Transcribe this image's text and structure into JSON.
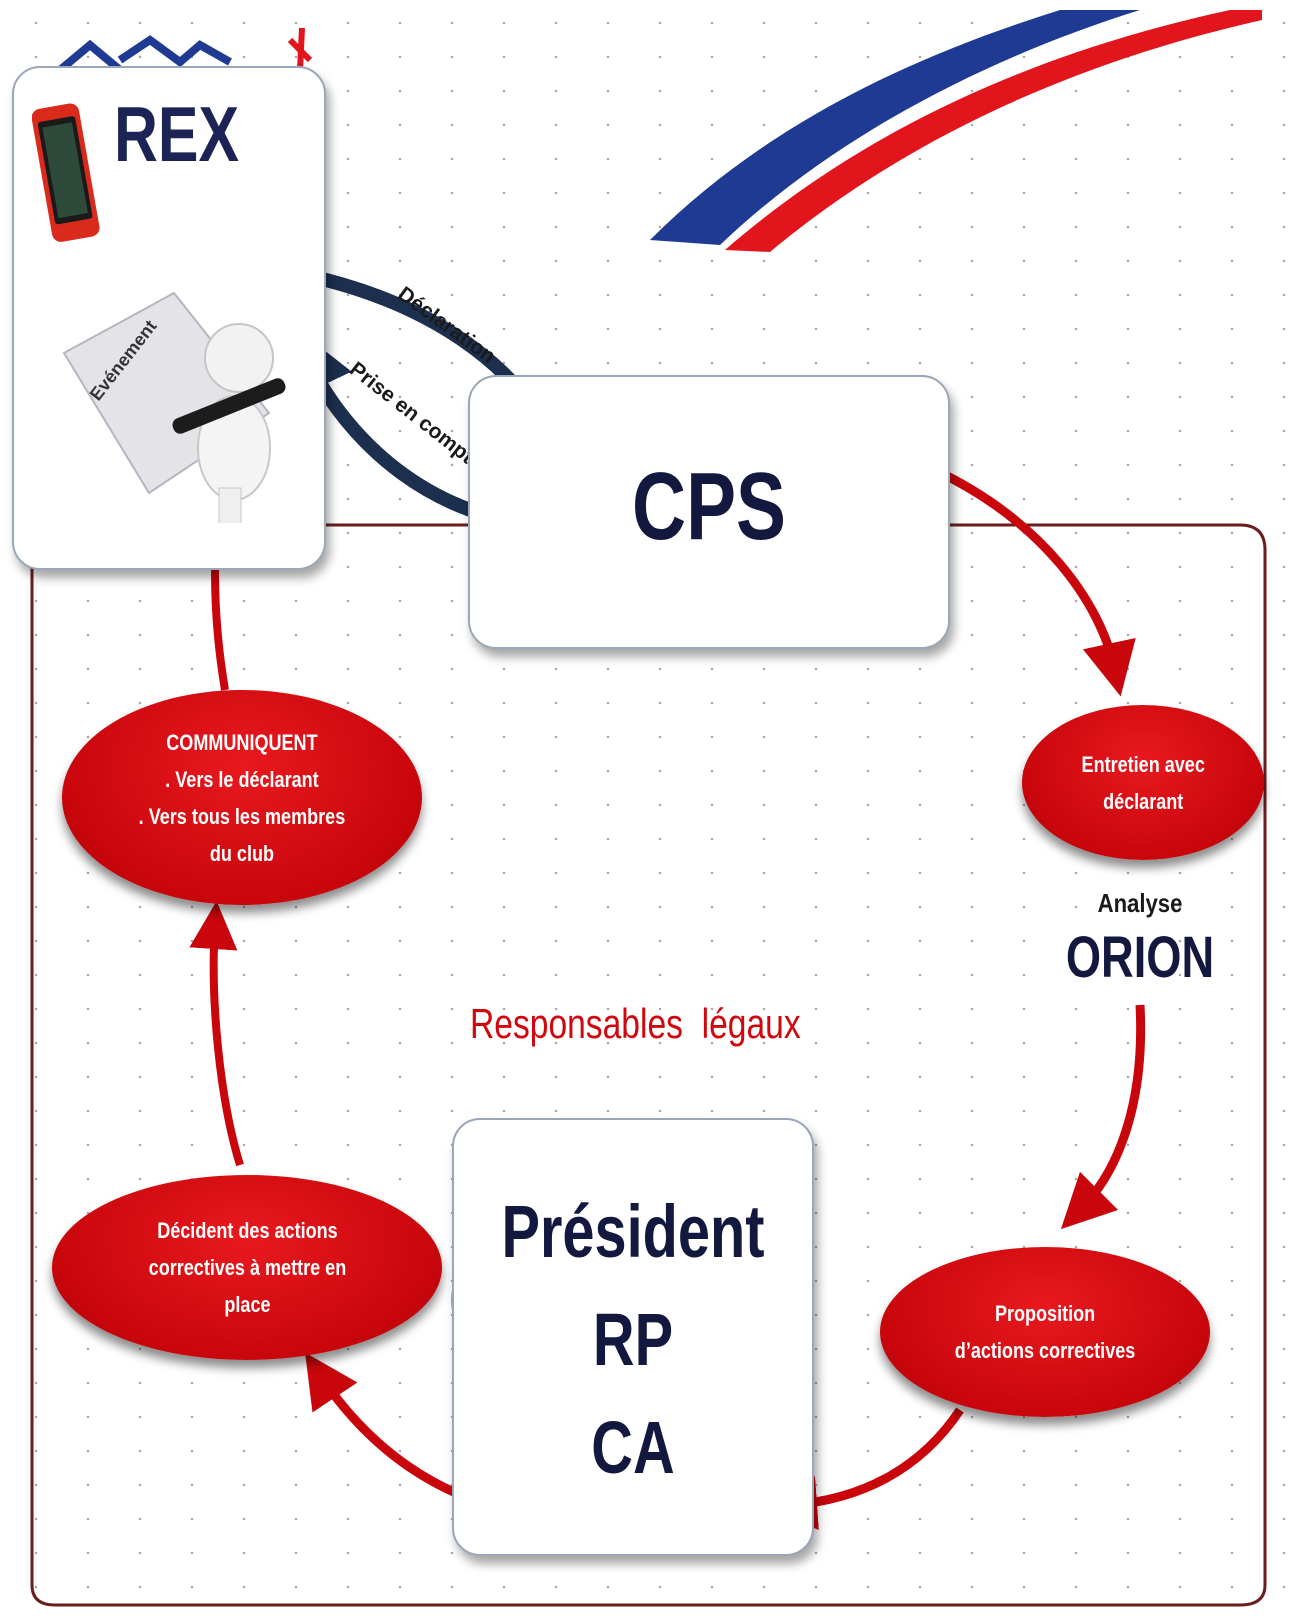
{
  "nodes": {
    "rex": "REX",
    "evenement": "Evénement",
    "cps": "CPS",
    "entretien": "Entretien avec\ndéclarant",
    "analyse": "Analyse",
    "orion": "ORION",
    "proposition": "Proposition\nd’actions correctives",
    "president": "Président",
    "rp": "RP",
    "ca": "CA",
    "decident": "Décident des actions\ncorrectives à mettre en\nplace",
    "communiquent": "COMMUNIQUENT\n. Vers le déclarant\n. Vers tous les membres\ndu club",
    "responsables": "Responsables  légaux"
  },
  "arrows": {
    "declaration": "Déclaration",
    "prise_en_compte": "Prise en compte"
  },
  "colors": {
    "red": "#d0070d",
    "navy": "#13183f",
    "dark_arrow": "#1d2f4f",
    "frame": "#6a1e1e",
    "flag_blue": "#1f3a93"
  }
}
